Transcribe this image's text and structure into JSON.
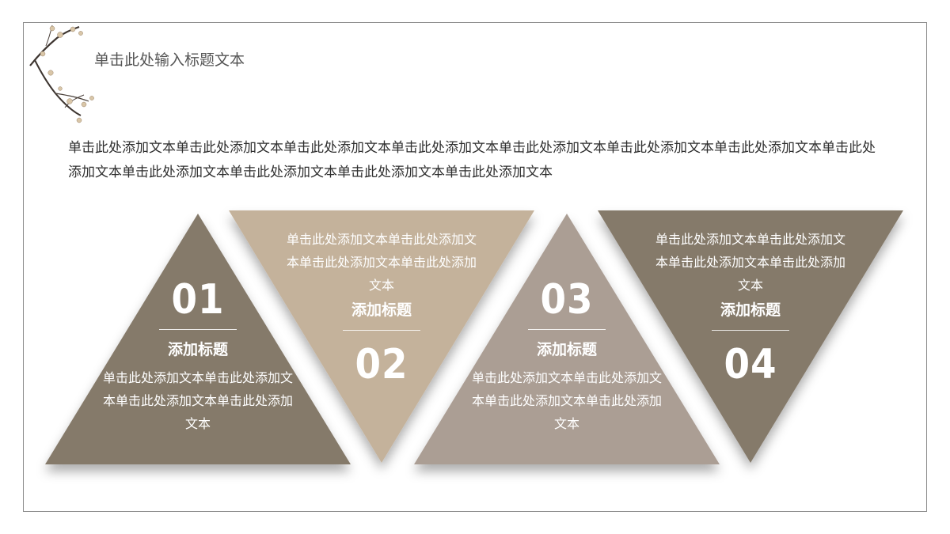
{
  "slide": {
    "title": "单击此处输入标题文本",
    "paragraph": "单击此处添加文本单击此处添加文本单击此处添加文本单击此处添加文本单击此处添加文本单击此处添加文本单击此处添加文本单击此处添加文本单击此处添加文本单击此处添加文本单击此处添加文本单击此处添加文本"
  },
  "colors": {
    "item1": "#857a6b",
    "item2": "#c4b29b",
    "item3": "#ab9e94",
    "item4": "#857a6b"
  },
  "items": [
    {
      "number": "01",
      "heading": "添加标题",
      "text": "单击此处添加文本单击此处添加文本单击此处添加文本单击此处添加文本"
    },
    {
      "number": "02",
      "heading": "添加标题",
      "text": "单击此处添加文本单击此处添加文本单击此处添加文本单击此处添加文本"
    },
    {
      "number": "03",
      "heading": "添加标题",
      "text": "单击此处添加文本单击此处添加文本单击此处添加文本单击此处添加文本"
    },
    {
      "number": "04",
      "heading": "添加标题",
      "text": "单击此处添加文本单击此处添加文本单击此处添加文本单击此处添加文本"
    }
  ]
}
